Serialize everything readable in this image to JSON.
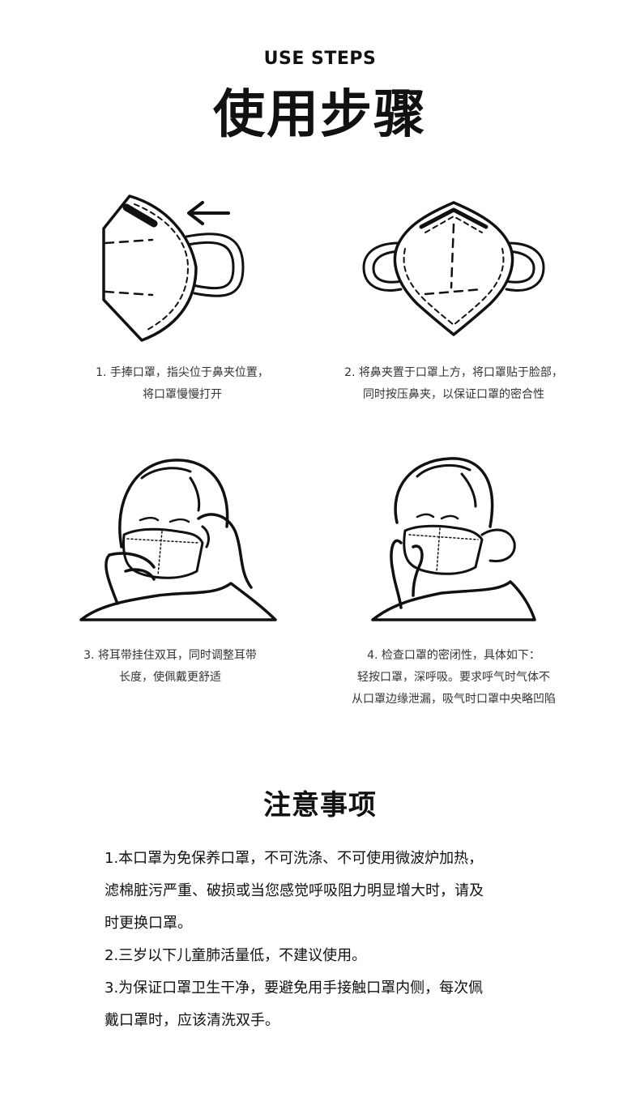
{
  "header": {
    "subtitle": "USE STEPS",
    "title": "使用步骤"
  },
  "steps": [
    {
      "lines": [
        "1. 手捧口罩，指尖位于鼻夹位置，",
        "将口罩慢慢打开"
      ],
      "icon": "mask-side-view"
    },
    {
      "lines": [
        "2. 将鼻夹置于口罩上方，将口罩贴于脸部，",
        "同时按压鼻夹，以保证口罩的密合性"
      ],
      "icon": "mask-front-view"
    },
    {
      "lines": [
        "3. 将耳带挂住双耳，同时调整耳带",
        "长度，使佩戴更舒适"
      ],
      "icon": "person-adjusting-ear-loops"
    },
    {
      "lines": [
        "4. 检查口罩的密闭性，具体如下：",
        "轻按口罩，深呼吸。要求呼气时气体不",
        "从口罩边缘泄漏，吸气时口罩中央略凹陷"
      ],
      "icon": "person-checking-seal"
    }
  ],
  "notes": {
    "title": "注意事项",
    "lines": [
      "1.本口罩为免保养口罩，不可洗涤、不可使用微波炉加热，",
      "滤棉脏污严重、破损或当您感觉呼吸阻力明显增大时，请及",
      "时更换口罩。",
      "2.三岁以下儿童肺活量低，不建议使用。",
      "3.为保证口罩卫生干净，要避免用手接触口罩内侧，每次佩",
      "戴口罩时，应该清洗双手。"
    ]
  }
}
